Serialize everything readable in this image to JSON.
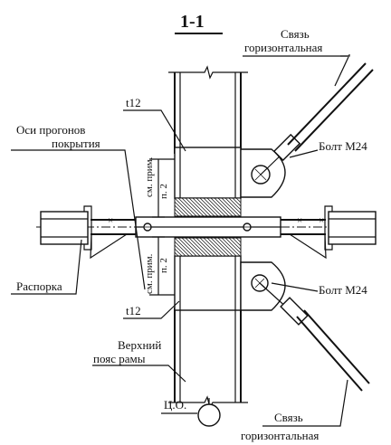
{
  "title": "1-1",
  "labels": {
    "brace_top_line1": "Связь",
    "brace_top_line2": "горизонтальная",
    "t12_top": "t12",
    "purlin_axes_line1": "Оси прогонов",
    "purlin_axes_line2": "покрытия",
    "bolt_top": "Болт М24",
    "note_top_line1": "см. прим.",
    "note_top_line2": "п. 2",
    "note_bottom_line1": "см. прим.",
    "note_bottom_line2": "п. 2",
    "strut": "Распорка",
    "bolt_bottom": "Болт М24",
    "t12_bottom": "t12",
    "chord_line1": "Верхний",
    "chord_line2": "пояс рамы",
    "zero_mark": "Ц.О.",
    "brace_bottom_line1": "Связь",
    "brace_bottom_line2": "горизонтальная"
  }
}
